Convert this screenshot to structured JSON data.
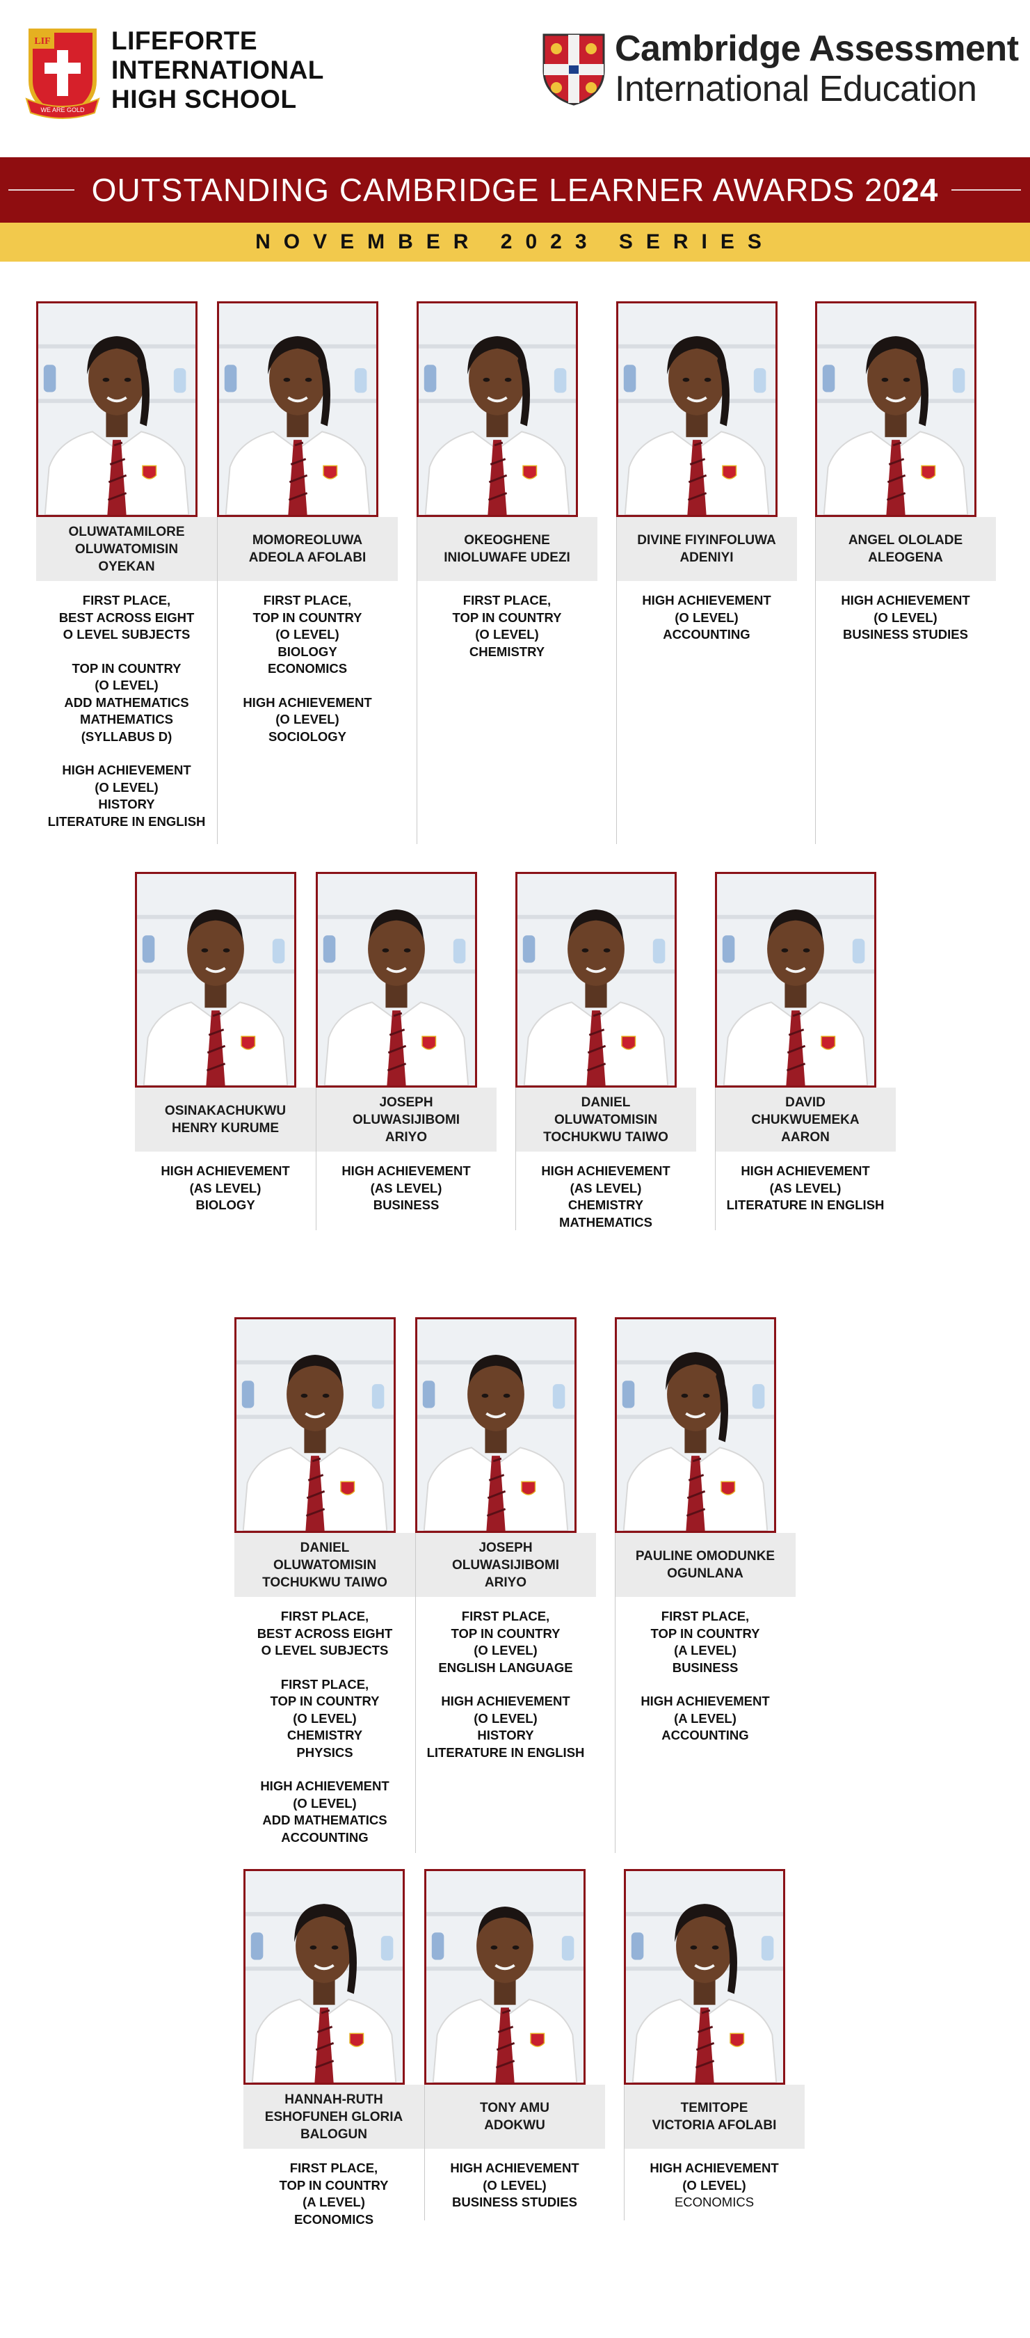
{
  "header": {
    "school_name_lines": [
      "LIFEFORTE",
      "INTERNATIONAL",
      "HIGH SCHOOL"
    ],
    "school_logo_text": "WE ARE GOLD",
    "school_logo_initials": "LIF",
    "cambridge_line1": "Cambridge Assessment",
    "cambridge_line2": "International Education"
  },
  "banner": {
    "title_main": "OUTSTANDING CAMBRIDGE LEARNER AWARDS 20",
    "title_bold": "24",
    "subtitle": "NOVEMBER 2023 SERIES"
  },
  "colors": {
    "banner_red": "#8f0d10",
    "banner_yellow": "#f2c94c",
    "photo_border": "#8a1218",
    "name_box": "#ebebeb"
  },
  "rows": [
    {
      "students": [
        {
          "name": [
            "OLUWATAMILORE",
            "OLUWATOMISIN",
            "OYEKAN"
          ],
          "gender": "f",
          "awards": [
            [
              "FIRST PLACE,",
              "BEST ACROSS EIGHT",
              "O LEVEL SUBJECTS"
            ],
            [
              "TOP IN COUNTRY",
              "(O LEVEL)",
              "ADD MATHEMATICS",
              "MATHEMATICS",
              "(SYLLABUS D)"
            ],
            [
              "HIGH ACHIEVEMENT",
              "(O LEVEL)",
              "HISTORY",
              "LITERATURE IN ENGLISH"
            ]
          ]
        },
        {
          "name": [
            "MOMOREOLUWA",
            "ADEOLA AFOLABI"
          ],
          "gender": "f",
          "awards": [
            [
              "FIRST PLACE,",
              "TOP IN COUNTRY",
              "(O LEVEL)",
              "BIOLOGY",
              "ECONOMICS"
            ],
            [
              "HIGH ACHIEVEMENT",
              "(O LEVEL)",
              "SOCIOLOGY"
            ]
          ]
        },
        {
          "name": [
            "OKEOGHENE",
            "INIOLUWAFE UDEZI"
          ],
          "gender": "f",
          "awards": [
            [
              "FIRST PLACE,",
              "TOP IN COUNTRY",
              "(O LEVEL)",
              "CHEMISTRY"
            ]
          ]
        },
        {
          "name": [
            "DIVINE FIYINFOLUWA",
            "ADENIYI"
          ],
          "gender": "f",
          "awards": [
            [
              "HIGH ACHIEVEMENT",
              "(O LEVEL)",
              "ACCOUNTING"
            ]
          ]
        },
        {
          "name": [
            "ANGEL OLOLADE",
            "ALEOGENA"
          ],
          "gender": "f",
          "awards": [
            [
              "HIGH ACHIEVEMENT",
              "(O LEVEL)",
              "BUSINESS STUDIES"
            ]
          ]
        }
      ]
    },
    {
      "students": [
        {
          "name": [
            "OSINAKACHUKWU",
            "HENRY KURUME"
          ],
          "gender": "m",
          "awards": [
            [
              "HIGH ACHIEVEMENT",
              "(AS LEVEL)",
              "BIOLOGY"
            ]
          ]
        },
        {
          "name": [
            "JOSEPH",
            "OLUWASIJIBOMI",
            "ARIYO"
          ],
          "gender": "m",
          "awards": [
            [
              "HIGH ACHIEVEMENT",
              "(AS LEVEL)",
              "BUSINESS"
            ]
          ]
        },
        {
          "name": [
            "DANIEL",
            "OLUWATOMISIN",
            "TOCHUKWU TAIWO"
          ],
          "gender": "m",
          "awards": [
            [
              "HIGH ACHIEVEMENT",
              "(AS LEVEL)",
              "CHEMISTRY",
              "MATHEMATICS"
            ]
          ]
        },
        {
          "name": [
            "DAVID",
            "CHUKWUEMEKA",
            "AARON"
          ],
          "gender": "m",
          "awards": [
            [
              "HIGH ACHIEVEMENT",
              "(AS LEVEL)",
              "LITERATURE IN ENGLISH"
            ]
          ]
        }
      ]
    },
    {
      "students": [
        {
          "name": [
            "DANIEL",
            "OLUWATOMISIN",
            "TOCHUKWU TAIWO"
          ],
          "gender": "m",
          "awards": [
            [
              "FIRST PLACE,",
              "BEST ACROSS EIGHT",
              "O LEVEL SUBJECTS"
            ],
            [
              "FIRST PLACE,",
              "TOP IN COUNTRY",
              "(O LEVEL)",
              "CHEMISTRY",
              "PHYSICS"
            ],
            [
              "HIGH ACHIEVEMENT",
              "(O LEVEL)",
              "ADD MATHEMATICS",
              "ACCOUNTING"
            ]
          ]
        },
        {
          "name": [
            "JOSEPH",
            "OLUWASIJIBOMI",
            "ARIYO"
          ],
          "gender": "m",
          "awards": [
            [
              "FIRST PLACE,",
              "TOP IN COUNTRY",
              "(O LEVEL)",
              "ENGLISH LANGUAGE"
            ],
            [
              "HIGH ACHIEVEMENT",
              "(O LEVEL)",
              "HISTORY",
              "LITERATURE IN ENGLISH"
            ]
          ]
        },
        {
          "name": [
            "PAULINE OMODUNKE",
            "OGUNLANA"
          ],
          "gender": "f",
          "awards": [
            [
              "FIRST PLACE,",
              "TOP IN COUNTRY",
              "(A LEVEL)",
              "BUSINESS"
            ],
            [
              "HIGH ACHIEVEMENT",
              "(A LEVEL)",
              "ACCOUNTING"
            ]
          ]
        }
      ]
    },
    {
      "students": [
        {
          "name": [
            "HANNAH-RUTH",
            "ESHOFUNEH GLORIA",
            "BALOGUN"
          ],
          "gender": "f",
          "awards": [
            [
              "FIRST PLACE,",
              "TOP IN COUNTRY",
              "(A LEVEL)",
              "ECONOMICS"
            ]
          ]
        },
        {
          "name": [
            "TONY AMU",
            "ADOKWU"
          ],
          "gender": "m",
          "awards": [
            [
              "HIGH ACHIEVEMENT",
              "(O LEVEL)",
              "BUSINESS STUDIES"
            ]
          ]
        },
        {
          "name": [
            "TEMITOPE",
            "VICTORIA AFOLABI"
          ],
          "gender": "f",
          "awards": [
            [
              "HIGH ACHIEVEMENT",
              "(O LEVEL)",
              "ECONOMICS"
            ]
          ],
          "thin_last_line": true
        }
      ]
    }
  ]
}
